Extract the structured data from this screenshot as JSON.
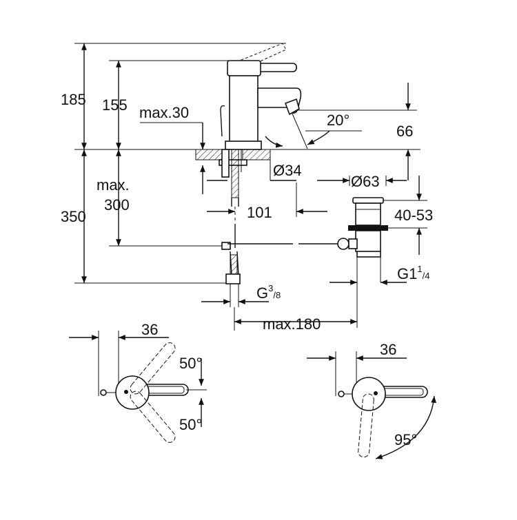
{
  "dimensions": {
    "d185": "185",
    "d155": "155",
    "max30": "max.30",
    "angle20": "20°",
    "d66": "66",
    "dia34": "Ø34",
    "dia63": "Ø63",
    "max_word": "max.",
    "d300": "300",
    "d350": "350",
    "d101": "101",
    "d40_53": "40-53",
    "g1_main": "G1",
    "g1_sup": "1",
    "g1_sub": "/4",
    "g38_main": "G",
    "g38_sup": "3",
    "g38_sub": "/8",
    "max180": "max.180",
    "d36_left": "36",
    "angle50_top": "50°",
    "angle50_bottom": "50°",
    "d36_right": "36",
    "angle95": "95°"
  }
}
